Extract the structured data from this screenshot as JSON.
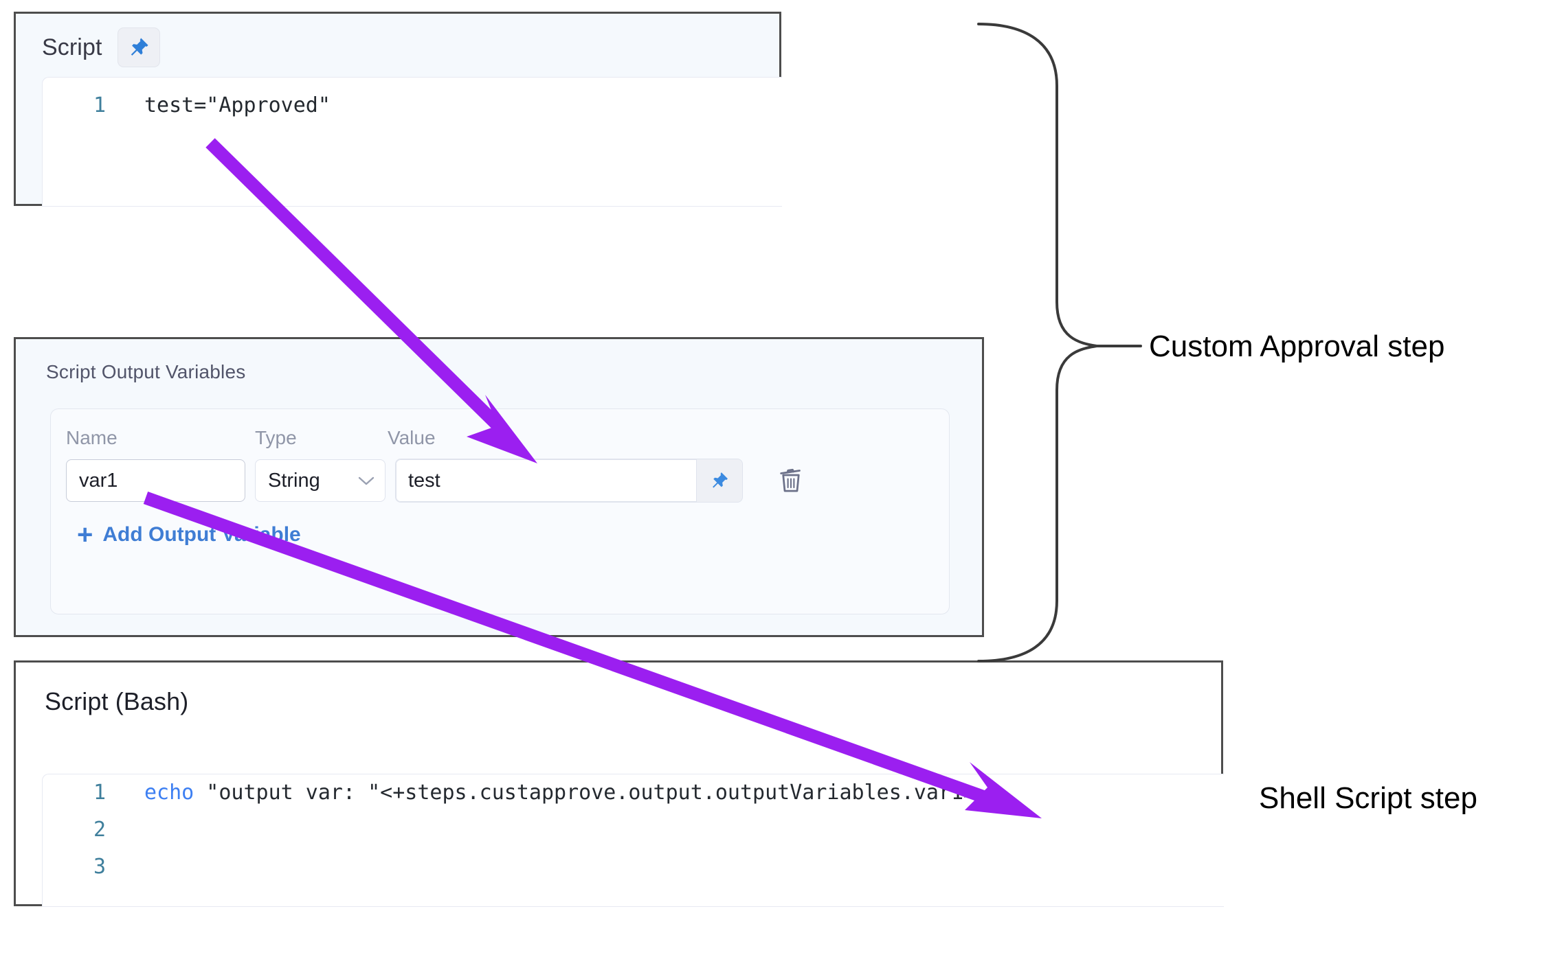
{
  "script_panel": {
    "title": "Script",
    "pin_icon": "pushpin-icon",
    "code_lines": [
      {
        "number": "1",
        "text": "test=\"Approved\""
      }
    ]
  },
  "output_variables_panel": {
    "title": "Script Output Variables",
    "columns": {
      "name": "Name",
      "type": "Type",
      "value": "Value"
    },
    "rows": [
      {
        "name": "var1",
        "type": "String",
        "type_chevron": "chevron-down-icon",
        "value": "test",
        "value_pin_icon": "pushpin-icon",
        "delete_icon": "trash-icon"
      }
    ],
    "add_variable": {
      "plus": "+",
      "label": "Add Output Variable"
    }
  },
  "bash_panel": {
    "title": "Script (Bash)",
    "code_lines": [
      {
        "number": "1",
        "keyword": "echo",
        "text": " \"output var: \"<+steps.custapprove.output.outputVariables.var1>"
      },
      {
        "number": "2",
        "keyword": "",
        "text": ""
      },
      {
        "number": "3",
        "keyword": "",
        "text": ""
      }
    ]
  },
  "annotations": {
    "custom_approval_label": "Custom Approval step",
    "shell_script_label": "Shell Script step",
    "arrow_color": "#9b1ff0",
    "brace_color": "#3a3a3a"
  }
}
